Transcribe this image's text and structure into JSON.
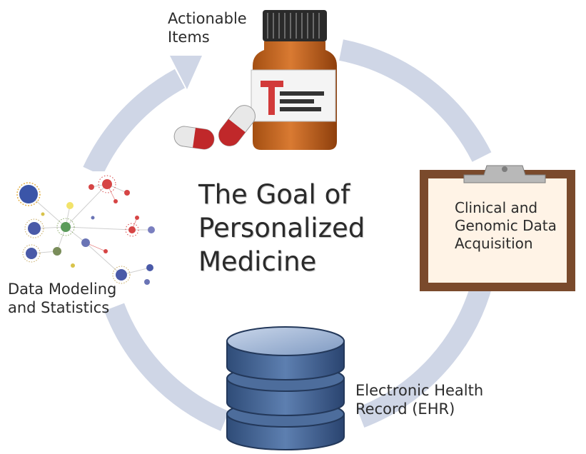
{
  "title": {
    "line1": "The Goal of",
    "line2": "Personalized",
    "line3": "Medicine"
  },
  "nodes": {
    "actionable": {
      "line1": "Actionable",
      "line2": "Items",
      "icon": "medicine-bottle-icon"
    },
    "clinical": {
      "line1": "Clinical and",
      "line2": "Genomic Data",
      "line3": "Acquisition",
      "icon": "clipboard-icon"
    },
    "ehr": {
      "line1": "Electronic Health",
      "line2": "Record (EHR)",
      "icon": "database-icon"
    },
    "modeling": {
      "line1": "Data Modeling",
      "line2": "and Statistics",
      "icon": "network-graph-icon"
    }
  },
  "colors": {
    "cycle": "#cfd6e6",
    "bottle": "#b8601e",
    "cap": "#2a2a2a",
    "pill_red": "#c0282a",
    "clipboard_frame": "#7a4a2c",
    "database": "#3f5f8f"
  }
}
